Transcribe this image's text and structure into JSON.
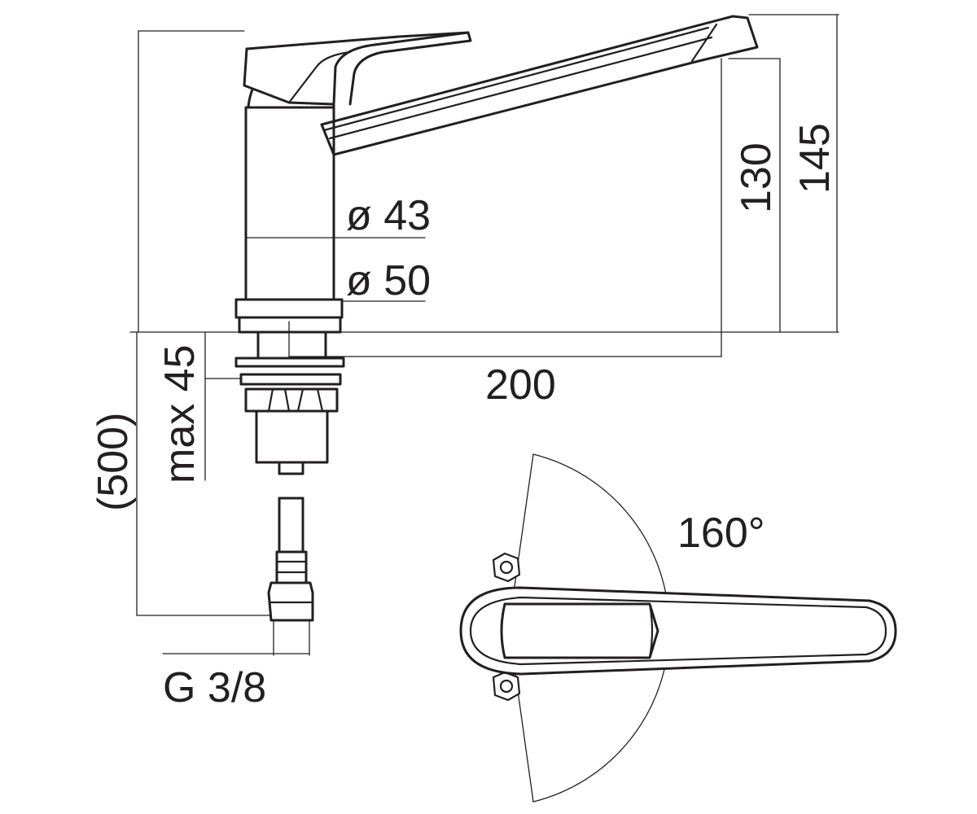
{
  "dimensions": {
    "diameter_43": "ø 43",
    "diameter_50": "ø 50",
    "height_130": "130",
    "height_145": "145",
    "reach_200": "200",
    "max_45": "max 45",
    "hose_500": "(500)",
    "thread": "G 3/8",
    "rotation": "160°"
  },
  "colors": {
    "ink": "#231f20",
    "background": "#ffffff"
  }
}
